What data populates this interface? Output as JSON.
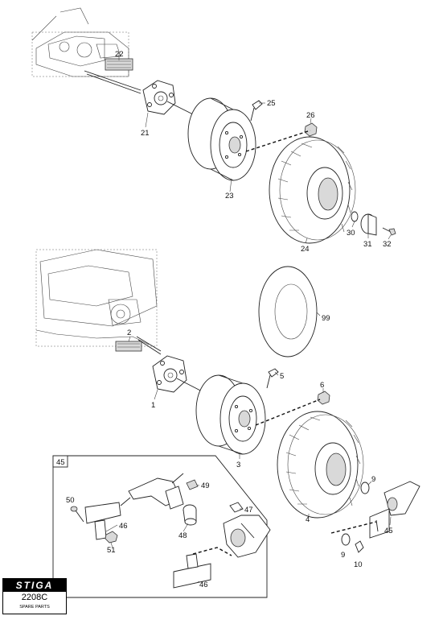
{
  "labels": {
    "l22": "22",
    "l21": "21",
    "l25": "25",
    "l26": "26",
    "l23": "23",
    "l24": "24",
    "l30": "30",
    "l31": "31",
    "l32": "32",
    "l99": "99",
    "l2": "2",
    "l1": "1",
    "l5": "5",
    "l6": "6",
    "l3": "3",
    "l4": "4",
    "l9a": "9",
    "l45a": "45",
    "l45b": "45",
    "l49": "49",
    "l47": "47",
    "l50": "50",
    "l46a": "46",
    "l48": "48",
    "l51": "51",
    "l46b": "46",
    "l9b": "9",
    "l10": "10"
  },
  "logo": {
    "brand": "STIGA",
    "code": "2208C",
    "caption": "SPARE PARTS"
  },
  "icons": [
    "stiga-logo"
  ]
}
